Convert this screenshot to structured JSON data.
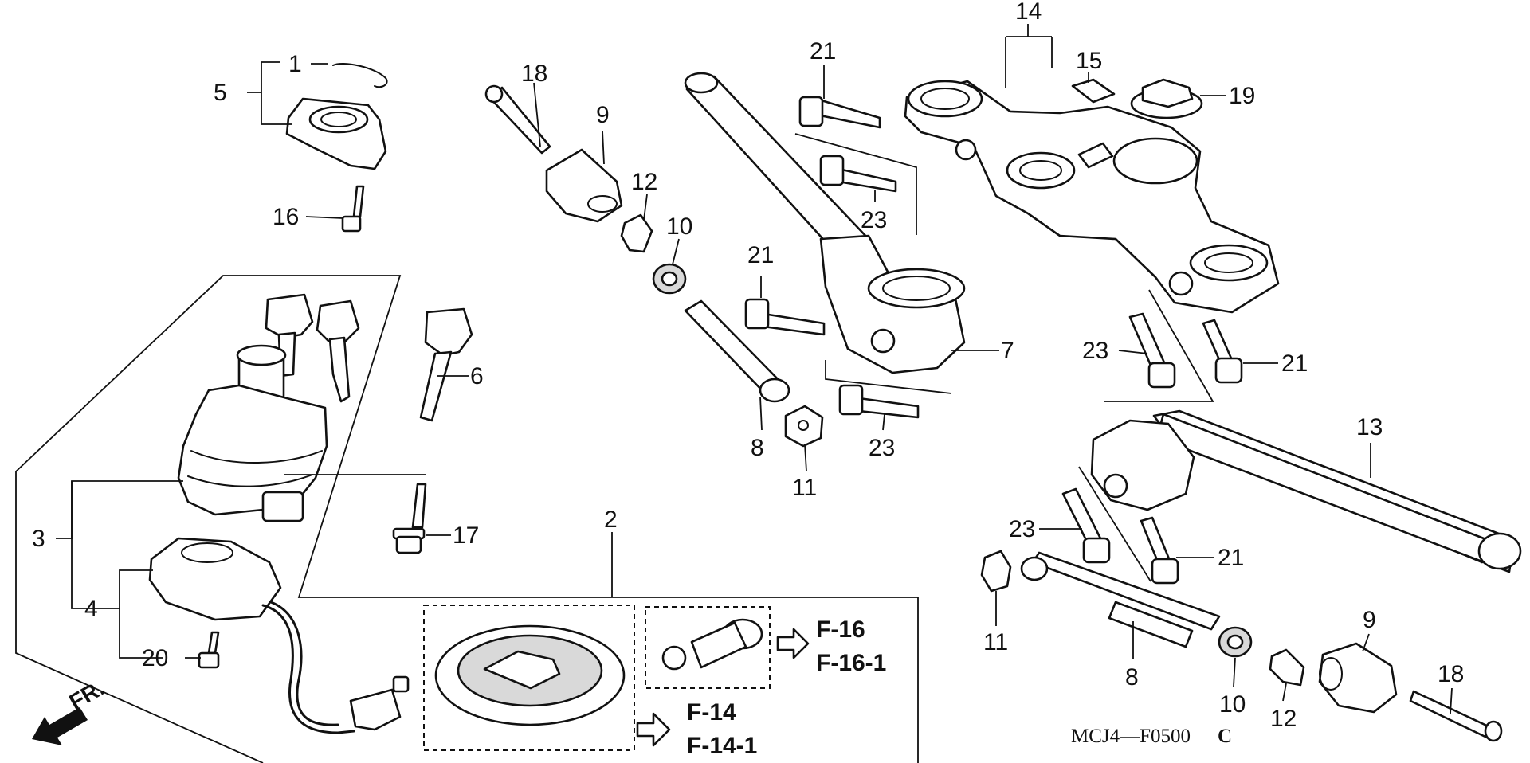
{
  "callouts": {
    "c1": "1",
    "c2": "2",
    "c3": "3",
    "c4": "4",
    "c5": "5",
    "c6": "6",
    "c7": "7",
    "c8a": "8",
    "c8b": "8",
    "c9a": "9",
    "c9b": "9",
    "c10a": "10",
    "c10b": "10",
    "c11a": "11",
    "c11b": "11",
    "c12a": "12",
    "c12b": "12",
    "c13": "13",
    "c14": "14",
    "c15": "15",
    "c16": "16",
    "c17": "17",
    "c18a": "18",
    "c18b": "18",
    "c19": "19",
    "c20": "20",
    "c21a": "21",
    "c21b": "21",
    "c21c": "21",
    "c21d": "21",
    "c23a": "23",
    "c23b": "23",
    "c23c": "23",
    "c23d": "23"
  },
  "references": {
    "f16": "F-16",
    "f16_1": "F-16-1",
    "f14": "F-14",
    "f14_1": "F-14-1"
  },
  "direction_label": "FR.",
  "diagram_code": "MCJ4—F0500",
  "diagram_code_suffix": "C"
}
